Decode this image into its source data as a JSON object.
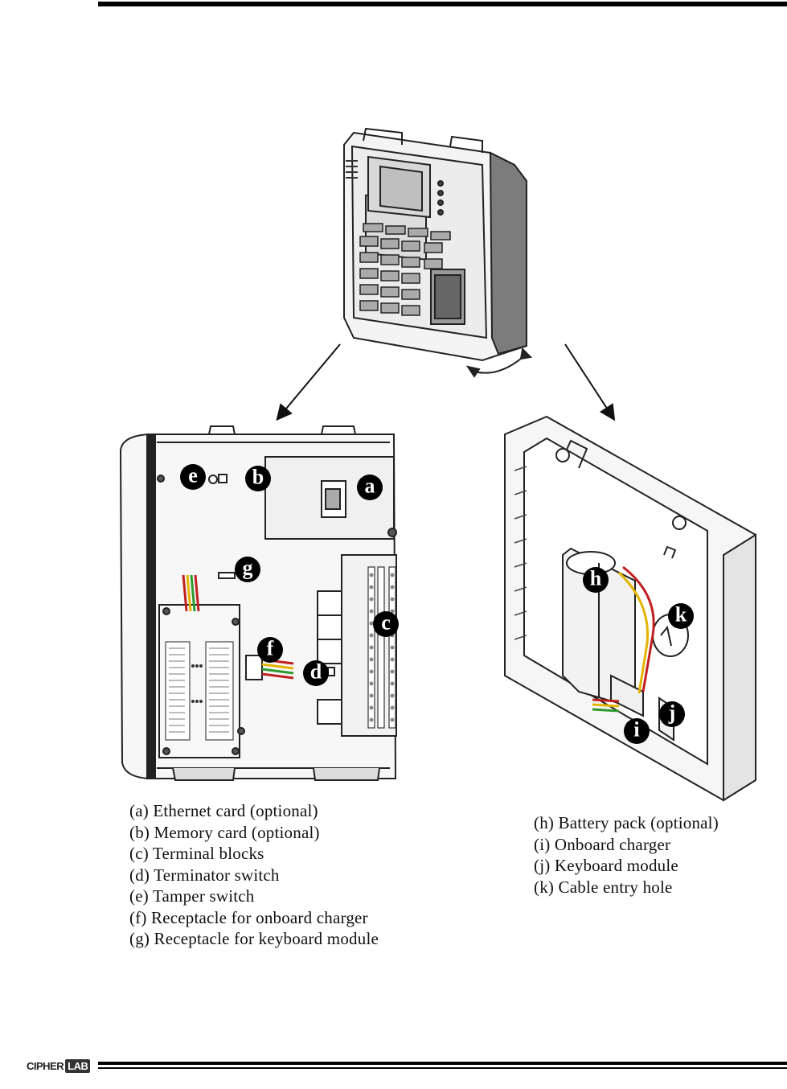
{
  "logo": {
    "brand_left": "CIPHER",
    "brand_right": "LAB"
  },
  "figure": {
    "callouts": [
      "a",
      "b",
      "c",
      "d",
      "e",
      "f",
      "g",
      "h",
      "i",
      "j",
      "k"
    ]
  },
  "legend_left": [
    "(a) Ethernet card (optional)",
    "(b) Memory card (optional)",
    "(c) Terminal blocks",
    "(d) Terminator switch",
    "(e) Tamper switch",
    "(f)  Receptacle for onboard charger",
    "(g) Receptacle for keyboard module"
  ],
  "legend_right": [
    "(h) Battery pack (optional)",
    "(i)  Onboard charger",
    "(j)  Keyboard module",
    "(k) Cable entry hole"
  ]
}
